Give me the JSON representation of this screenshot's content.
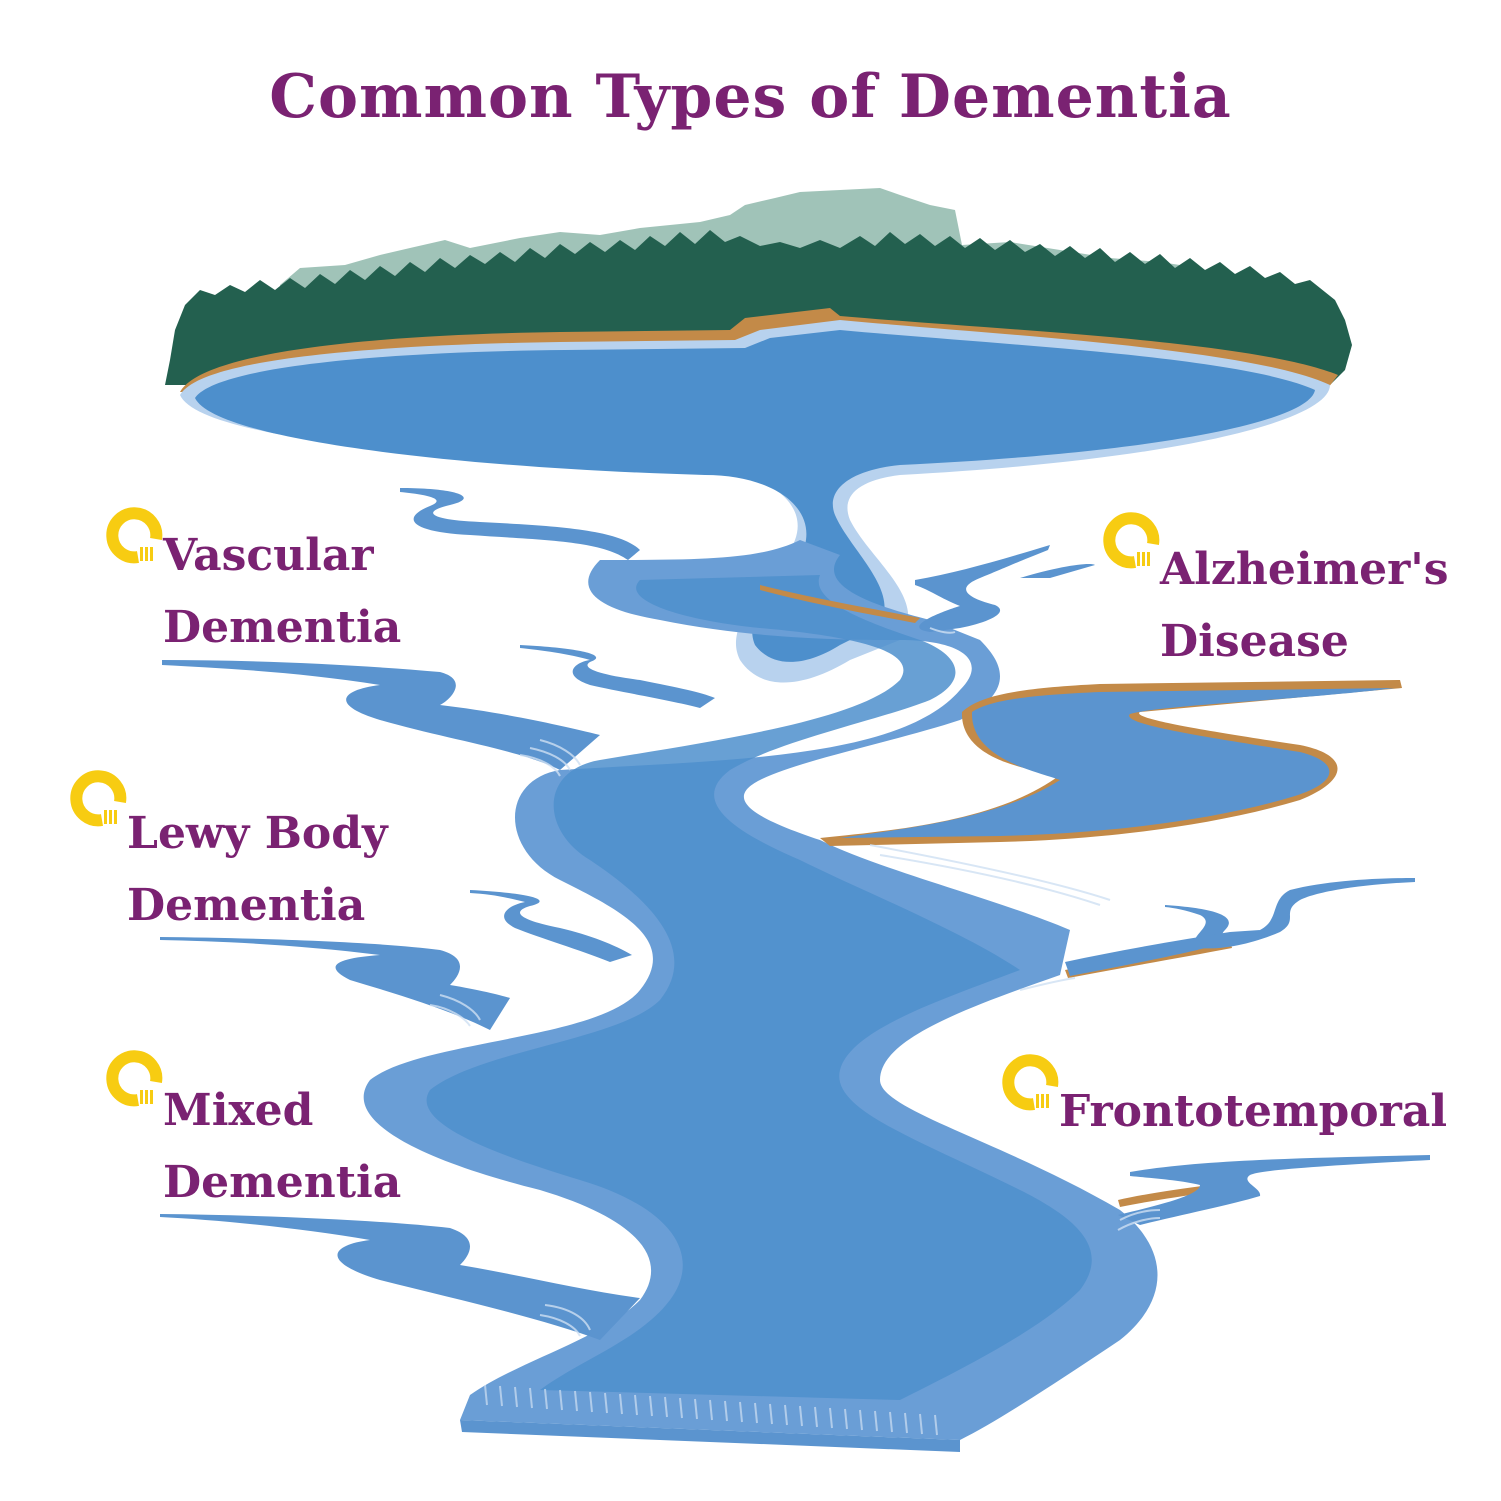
{
  "title": "Common Types of Dementia",
  "colors": {
    "title_text": "#7a2272",
    "label_text": "#7a2272",
    "marker": "#f7cc12",
    "water": "#4d8fcc",
    "water_light": "#7fb0e0",
    "water_pale": "#b8d2ee",
    "shore": "#c38a48",
    "forest": "#23604f",
    "mountains": "#8fb8ab"
  },
  "labels": {
    "vascular": {
      "line1": "Vascular",
      "line2": "Dementia"
    },
    "lewy": {
      "line1": "Lewy Body",
      "line2": "Dementia"
    },
    "mixed": {
      "line1": "Mixed",
      "line2": "Dementia"
    },
    "alzheimers": {
      "line1": "Alzheimer's",
      "line2": "Disease"
    },
    "frontotemporal": {
      "line1": "Frontotemporal"
    }
  },
  "icons": {
    "marker": "ring-marker-icon",
    "lake": "lake-icon",
    "forest": "forest-icon",
    "river": "river-icon"
  }
}
